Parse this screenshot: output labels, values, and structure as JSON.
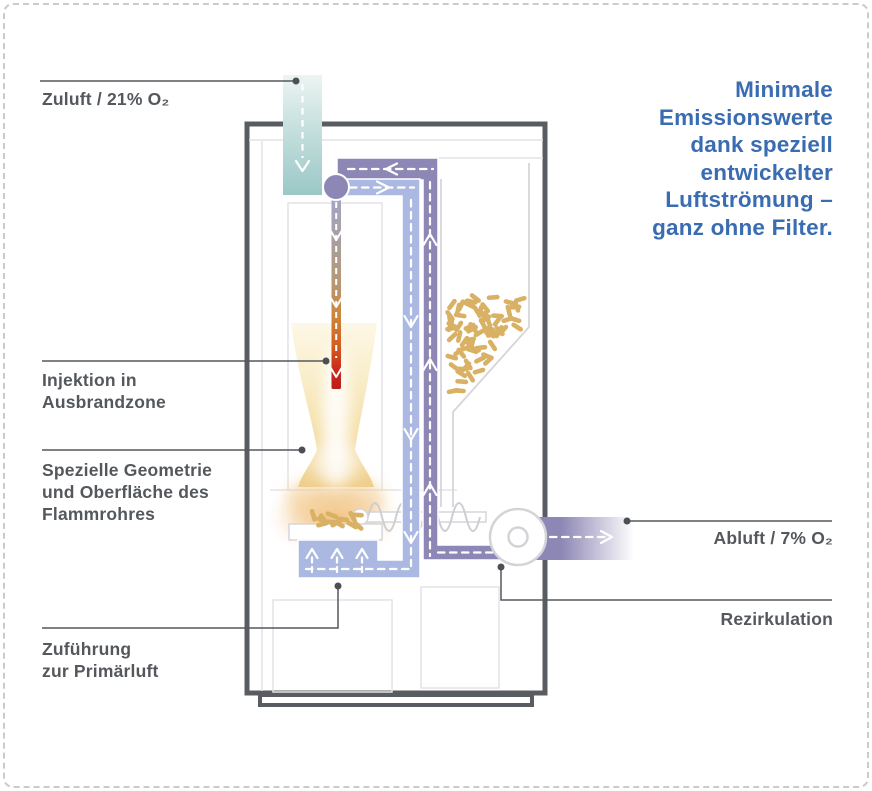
{
  "headline": "Minimale\nEmissionswerte\ndank speziell\nentwickelter\nLuftströmung –\nganz ohne Filter.",
  "labels": {
    "zuluft": "Zuluft / 21% O₂",
    "injektion": "Injektion in\nAusbrandzone",
    "geometrie": "Spezielle Geometrie\nund Oberfläche des\nFlammrohres",
    "primaerluft": "Zuführung\nzur Primärluft",
    "abluft": "Abluft / 7% O₂",
    "rezirkulation": "Rezirkulation"
  },
  "colors": {
    "title-blue": "#3a6cb2",
    "label-gray": "#54585c",
    "outline": "#595c60",
    "faint": "#e4e4e8",
    "hopper-line": "#d6d6da",
    "purple": "#8d87b5",
    "blue": "#abb9e2",
    "teal": "#9fccca",
    "pellet": "#d9b164",
    "flame-red": "#c22020",
    "dot": "#4c5054"
  }
}
